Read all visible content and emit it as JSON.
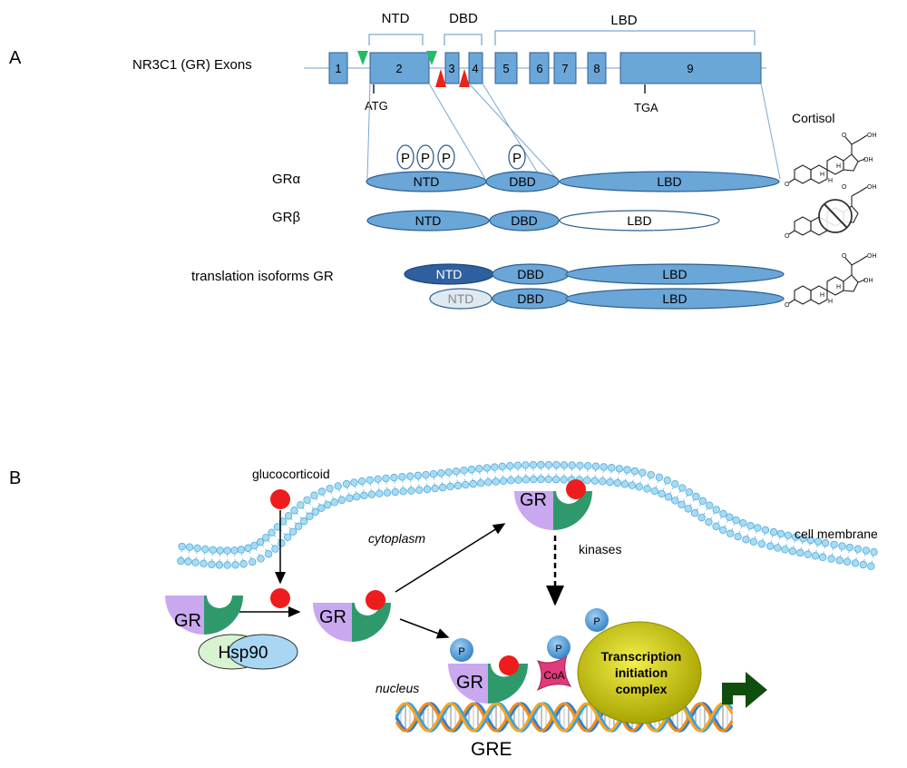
{
  "panel_a": {
    "label": "A",
    "gene_label": "NR3C1 (GR) Exons",
    "exons": [
      "1",
      "2",
      "3",
      "4",
      "5",
      "6",
      "7",
      "8",
      "9"
    ],
    "region_labels": {
      "ntd": "NTD",
      "dbd": "DBD",
      "lbd": "LBD"
    },
    "atg": "ATG",
    "tga": "TGA",
    "cortisol": "Cortisol",
    "phospho": "P",
    "gr_alpha": "GRα",
    "gr_beta": "GRβ",
    "translation": "translation isoforms GR",
    "domains": {
      "ntd": "NTD",
      "dbd": "DBD",
      "lbd": "LBD"
    },
    "mol_h": "H",
    "mol_o": "O",
    "mol_oh": "OH",
    "colors": {
      "exon": "#6aa6d8",
      "splice_green": "#1fbf5f",
      "splice_red": "#e8231a",
      "ntd_dark": "#2e5f9e",
      "ntd_light": "#dfe9f2"
    }
  },
  "panel_b": {
    "label": "B",
    "glucocorticoid": "glucocorticoid",
    "cytoplasm": "cytoplasm",
    "cell_membrane": "cell membrane",
    "kinases": "kinases",
    "nucleus": "nucleus",
    "gr": "GR",
    "hsp90": "Hsp90",
    "phospho": "P",
    "coa": "CoA",
    "tic_line1": "Transcription",
    "tic_line2": "initiation",
    "tic_line3": "complex",
    "gre": "GRE",
    "colors": {
      "gr_purple": "#c9a8ef",
      "gr_green": "#2e9a6c",
      "ligand": "#ee1c1c",
      "membrane": "#8fd0ef",
      "coa": "#e03a7c",
      "complex": "#c8c400"
    }
  }
}
